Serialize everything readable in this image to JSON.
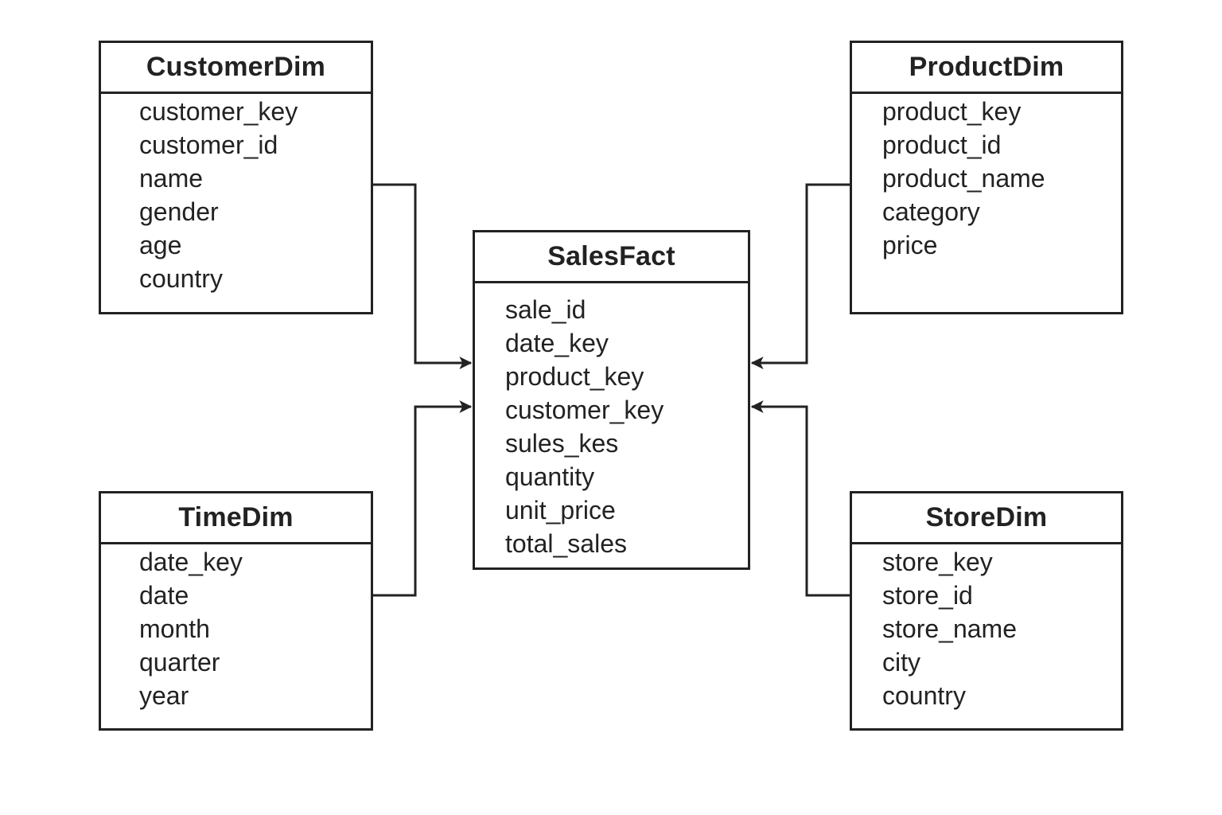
{
  "diagram": {
    "entities": [
      {
        "id": "customer",
        "title": "CustomerDim",
        "fields": [
          "customer_key",
          "customer_id",
          "name",
          "gender",
          "age",
          "country"
        ]
      },
      {
        "id": "product",
        "title": "ProductDim",
        "fields": [
          "product_key",
          "product_id",
          "product_name",
          "category",
          "price"
        ]
      },
      {
        "id": "sales",
        "title": "SalesFact",
        "fields": [
          "sale_id",
          "date_key",
          "product_key",
          "customer_key",
          "sules_kes",
          "quantity",
          "unit_price",
          "total_sales"
        ]
      },
      {
        "id": "time",
        "title": "TimeDim",
        "fields": [
          "date_key",
          "date",
          "month",
          "quarter",
          "year"
        ]
      },
      {
        "id": "store",
        "title": "StoreDim",
        "fields": [
          "store_key",
          "store_id",
          "store_name",
          "city",
          "country"
        ]
      }
    ],
    "relationships": [
      {
        "from": "CustomerDim",
        "to": "SalesFact"
      },
      {
        "from": "TimeDim",
        "to": "SalesFact"
      },
      {
        "from": "ProductDim",
        "to": "SalesFact"
      },
      {
        "from": "StoreDim",
        "to": "SalesFact"
      }
    ],
    "colors": {
      "line": "#222222",
      "background": "#ffffff"
    }
  }
}
